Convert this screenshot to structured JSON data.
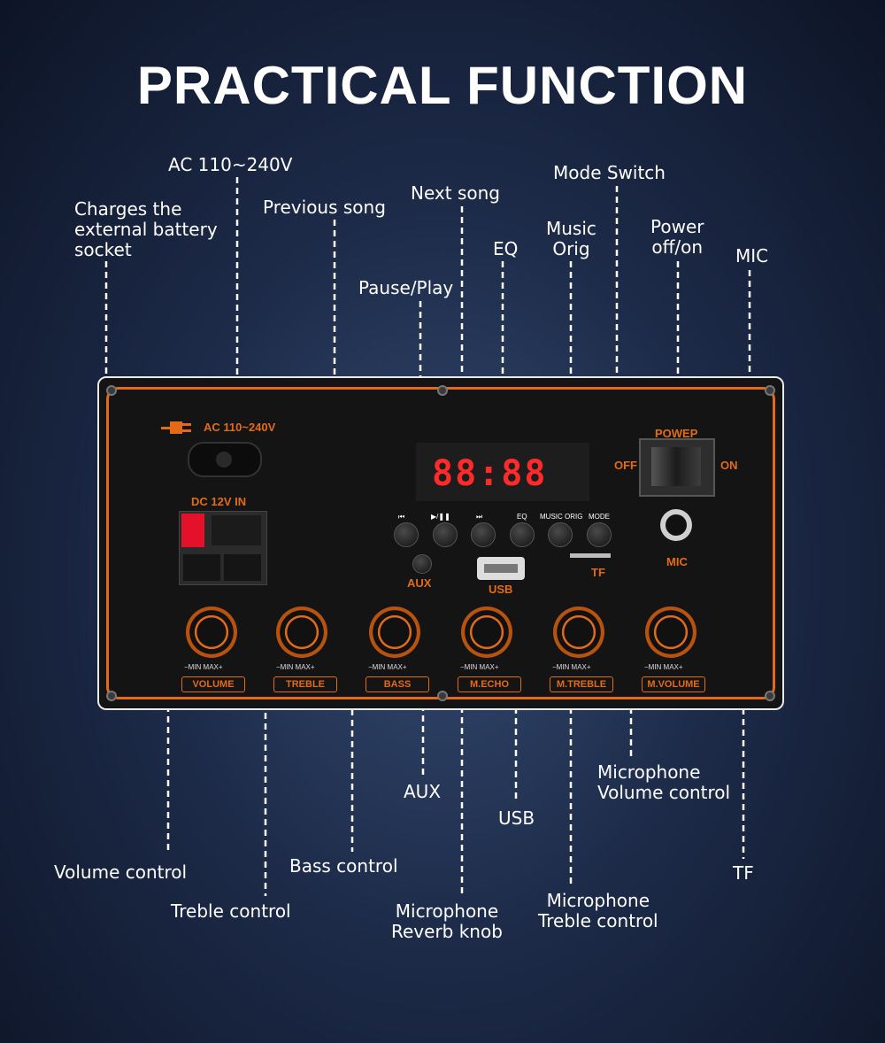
{
  "title": "PRACTICAL FUNCTION",
  "callouts": {
    "battery_socket": "Charges the\nexternal battery\nsocket",
    "ac": "AC 110~240V",
    "previous": "Previous song",
    "next": "Next song",
    "pause_play": "Pause/Play",
    "eq": "EQ",
    "music_orig": "Music\nOrig",
    "mode": "Mode Switch",
    "power": "Power\noff/on",
    "mic": "MIC",
    "aux": "AUX",
    "usb": "USB",
    "mic_volume": "Microphone\nVolume control",
    "tf": "TF",
    "volume": "Volume control",
    "bass": "Bass control",
    "treble": "Treble control",
    "mic_reverb": "Microphone\nReverb knob",
    "mic_treble": "Microphone\nTreble control"
  },
  "panel": {
    "ac_label": "AC 110~240V",
    "dc_label": "DC 12V IN",
    "display": "88:88",
    "buttons": [
      "⏮",
      "▶/❚❚",
      "⏭",
      "EQ",
      "MUSIC ORIG",
      "MODE"
    ],
    "aux": "AUX",
    "usb": "USB",
    "tf": "TF",
    "power_label": "POWEP",
    "off": "OFF",
    "on": "ON",
    "mic": "MIC",
    "minmax": "−MIN  MAX+",
    "knobs": [
      "VOLUME",
      "TREBLE",
      "BASS",
      "M.ECHO",
      "M.TREBLE",
      "M.VOLUME"
    ]
  },
  "colors": {
    "accent": "#e36b17",
    "display": "#ff2a2a"
  }
}
